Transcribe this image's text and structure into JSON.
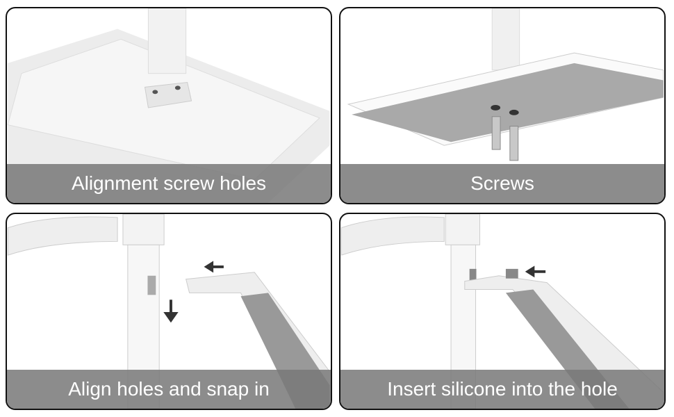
{
  "panels": [
    {
      "caption": "Alignment screw holes"
    },
    {
      "caption": "Screws"
    },
    {
      "caption": "Align holes and snap in"
    },
    {
      "caption": "Insert silicone into the hole"
    }
  ]
}
